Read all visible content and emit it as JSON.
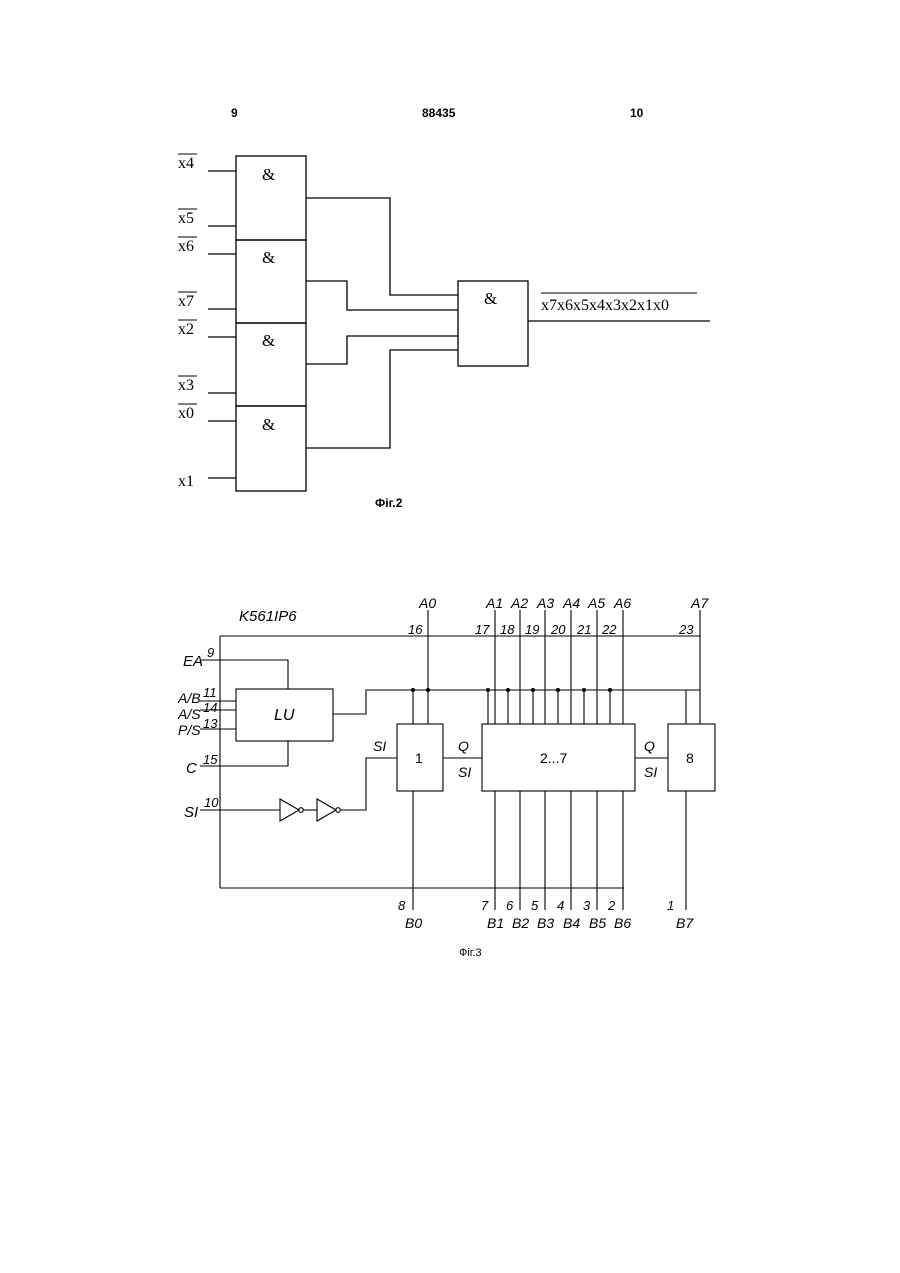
{
  "header": {
    "left_page": "9",
    "patent_number": "88435",
    "right_page": "10"
  },
  "fig2": {
    "caption": "Фіг.2",
    "gate_symbol": "&",
    "inputs": [
      "x4",
      "x5",
      "x6",
      "x7",
      "x2",
      "x3",
      "x0",
      "x1"
    ],
    "output": "x7x6x5x4x3x2x1x0"
  },
  "fig3": {
    "chip_name": "K561IP6",
    "lu_label": "LU",
    "blocks": [
      "1",
      "2...7",
      "8"
    ],
    "control_inputs": [
      {
        "name": "EA",
        "pin": "9"
      },
      {
        "name": "A/B",
        "pin": "11"
      },
      {
        "name": "A/S",
        "pin": "14"
      },
      {
        "name": "P/S",
        "pin": "13"
      },
      {
        "name": "C",
        "pin": "15"
      },
      {
        "name": "SI",
        "pin": "10"
      }
    ],
    "a_bus": [
      {
        "name": "A0",
        "pin": "16"
      },
      {
        "name": "A1",
        "pin": "17"
      },
      {
        "name": "A2",
        "pin": "18"
      },
      {
        "name": "A3",
        "pin": "19"
      },
      {
        "name": "A4",
        "pin": "20"
      },
      {
        "name": "A5",
        "pin": "21"
      },
      {
        "name": "A6",
        "pin": "22"
      },
      {
        "name": "A7",
        "pin": "23"
      }
    ],
    "b_bus": [
      {
        "name": "B0",
        "pin": "8"
      },
      {
        "name": "B1",
        "pin": "7"
      },
      {
        "name": "B2",
        "pin": "6"
      },
      {
        "name": "B3",
        "pin": "5"
      },
      {
        "name": "B4",
        "pin": "4"
      },
      {
        "name": "B5",
        "pin": "3"
      },
      {
        "name": "B6",
        "pin": "2"
      },
      {
        "name": "B7",
        "pin": "1"
      }
    ],
    "labels": {
      "si": "SI",
      "q": "Q"
    },
    "caption": "Фіг.3"
  }
}
